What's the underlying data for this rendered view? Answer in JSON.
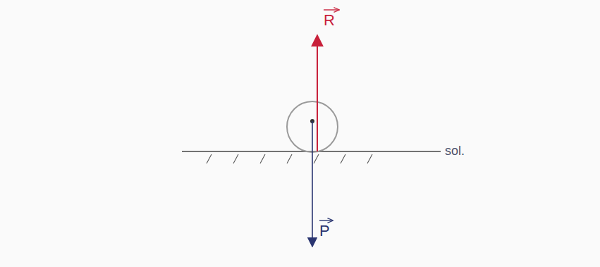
{
  "diagram": {
    "labels": [
      "R",
      "P",
      "sol."
    ]
  }
}
